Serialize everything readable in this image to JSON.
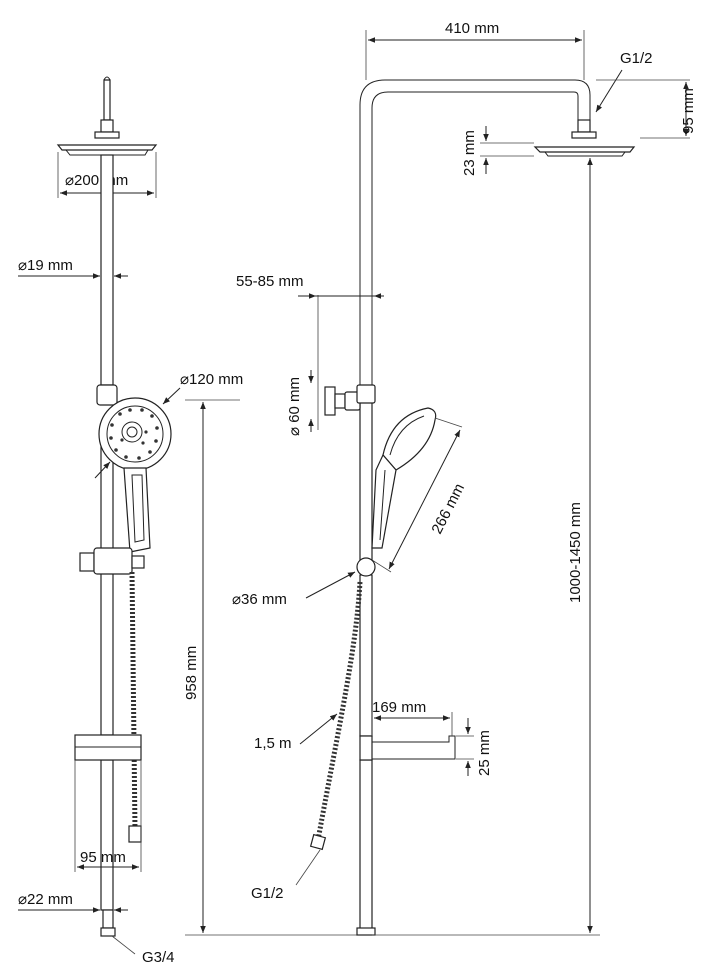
{
  "colors": {
    "line": "#222222",
    "background": "#ffffff"
  },
  "front_view": {
    "head_diameter": "⌀200 mm",
    "pipe_diameter": "⌀19 mm",
    "hand_shower_diameter": "⌀120 mm",
    "height": "958 mm",
    "shelf_width": "95 mm",
    "inlet_diameter": "⌀22 mm",
    "inlet_thread": "G3/4"
  },
  "side_view": {
    "arm_length": "410 mm",
    "head_thread": "G1/2",
    "arm_drop": "95 mm",
    "head_thickness": "23 mm",
    "holder_offset": "55-85 mm",
    "holder_diameter": "⌀ 60 mm",
    "hand_shower_length": "266 mm",
    "slider_diameter": "⌀36 mm",
    "height_range": "1000-1450 mm",
    "shelf_depth": "169 mm",
    "shelf_height": "25 mm",
    "hose_length": "1,5 m",
    "hose_thread": "G1/2"
  }
}
